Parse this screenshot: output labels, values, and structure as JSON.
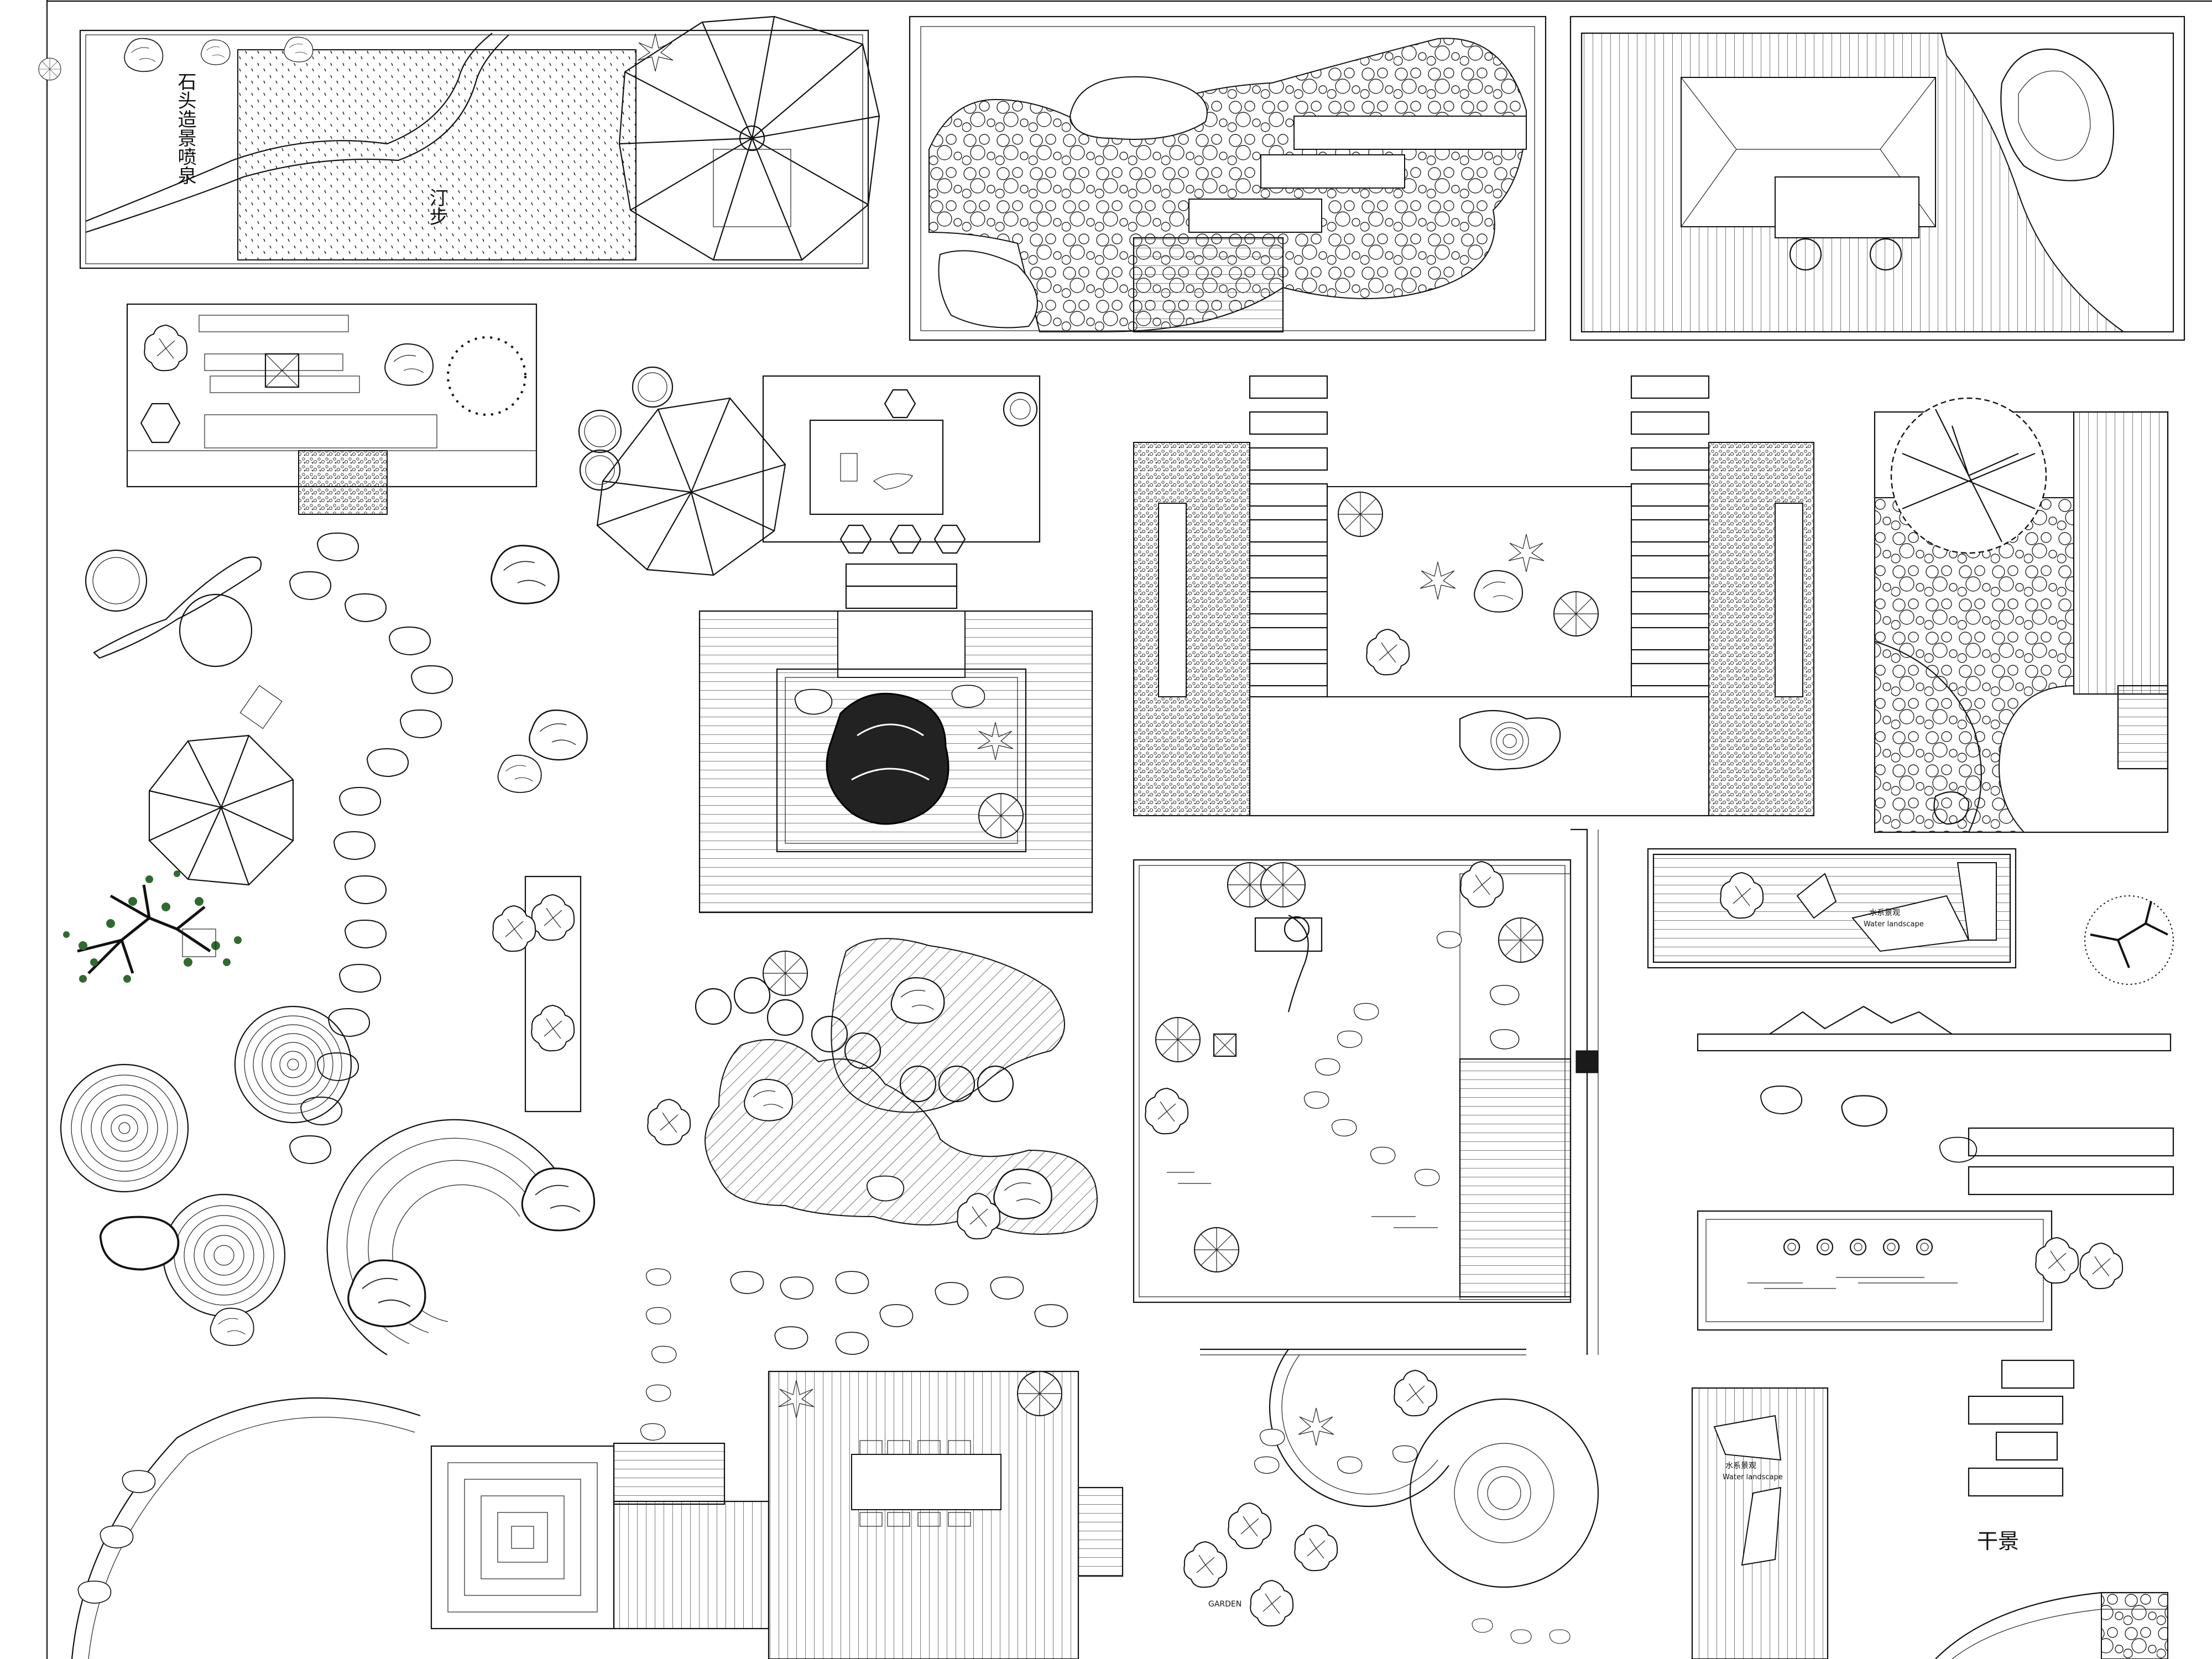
{
  "labels": {
    "stone_landscape_fountain": "石头造景喷泉",
    "stepping_stones": "汀步",
    "water_landscape_cn_1": "水系景观",
    "water_landscape_en_1": "Water landscape",
    "water_landscape_cn_2": "水系景观",
    "water_landscape_en_2": "Water landscape",
    "dry_landscape": "干景",
    "garden_small_text": "GARDEN"
  },
  "colors": {
    "line": "#111111",
    "paper": "#ffffff",
    "tree_accent": "#2f6b2f"
  }
}
